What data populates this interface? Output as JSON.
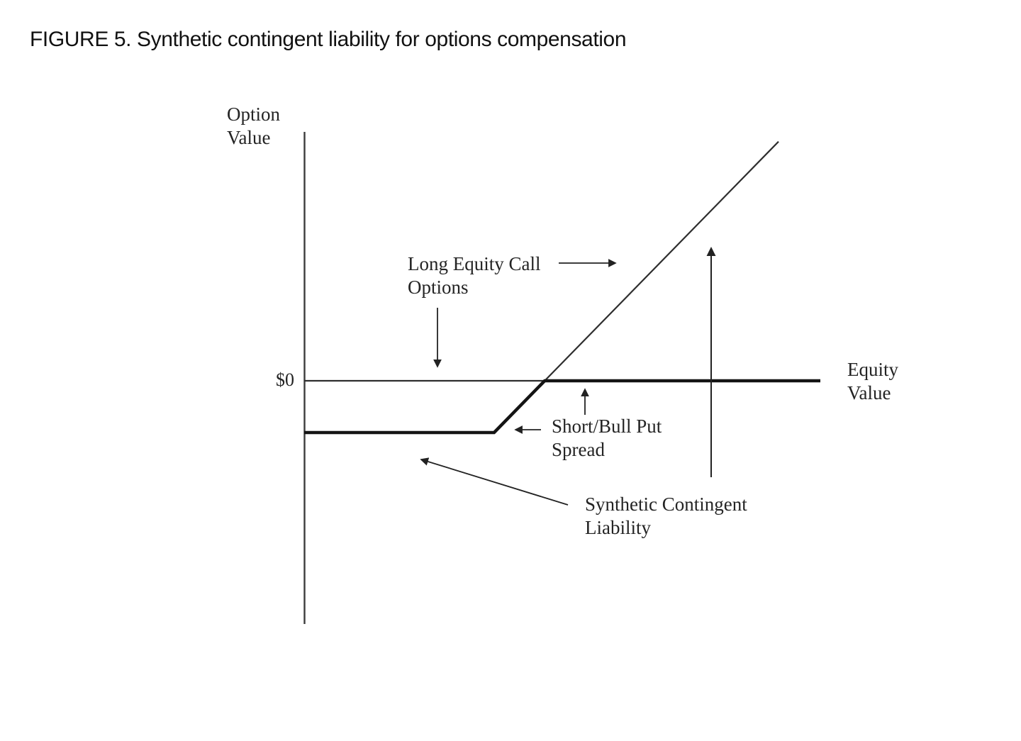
{
  "figure": {
    "title": "FIGURE 5. Synthetic contingent liability for options compensation",
    "labels": {
      "y_axis": {
        "line1": "Option",
        "line2": "Value"
      },
      "zero_tick": "$0",
      "x_axis": {
        "line1": "Equity",
        "line2": "Value"
      },
      "long_call": {
        "line1": "Long Equity Call",
        "line2": "Options"
      },
      "put_spread": {
        "line1": "Short/Bull Put",
        "line2": "Spread"
      },
      "synthetic_liability": {
        "line1": "Synthetic Contingent",
        "line2": "Liability"
      }
    },
    "colors": {
      "thin_line": "#2e2e2e",
      "thick_line": "#141414",
      "axis": "#3c3c3c",
      "arrow": "#222222",
      "text": "#242424",
      "background": "#ffffff"
    }
  },
  "chart_data": {
    "type": "line",
    "title": "FIGURE 5. Synthetic contingent liability for options compensation",
    "xlabel": "Equity Value",
    "ylabel": "Option Value",
    "y_tick_labels": [
      "$0"
    ],
    "x_tick_labels": [],
    "grid": false,
    "legend_position": "none",
    "axis_note": "Qualitative payoff diagram; axes unlabeled except $0 on the value axis. Units below are normalized (1 unit = distance between kink points).",
    "xlim": [
      0,
      10
    ],
    "ylim": [
      -4.7,
      4.7
    ],
    "series": [
      {
        "name": "Long Equity Call Options",
        "style": "thin",
        "points": [
          {
            "x": 0,
            "y": 0
          },
          {
            "x": 4.66,
            "y": 0
          },
          {
            "x": 9.19,
            "y": 4.62
          }
        ]
      },
      {
        "name": "Synthetic Contingent Liability (Short/Bull Put Spread)",
        "style": "thick",
        "points": [
          {
            "x": 0,
            "y": -1
          },
          {
            "x": 3.68,
            "y": -1
          },
          {
            "x": 4.66,
            "y": 0
          },
          {
            "x": 10,
            "y": 0
          }
        ]
      }
    ],
    "annotations": [
      {
        "text": "Long Equity Call Options",
        "arrows": [
          "right toward rising diagonal",
          "down toward $0 line"
        ]
      },
      {
        "text": "Short/Bull Put Spread",
        "arrows": [
          "up toward $0 line",
          "left toward lower kink of thick line"
        ]
      },
      {
        "text": "Synthetic Contingent Liability",
        "arrows": [
          "up-left toward thick flat segment",
          "long vertical up arrow at right crossing $0 line"
        ]
      }
    ]
  }
}
